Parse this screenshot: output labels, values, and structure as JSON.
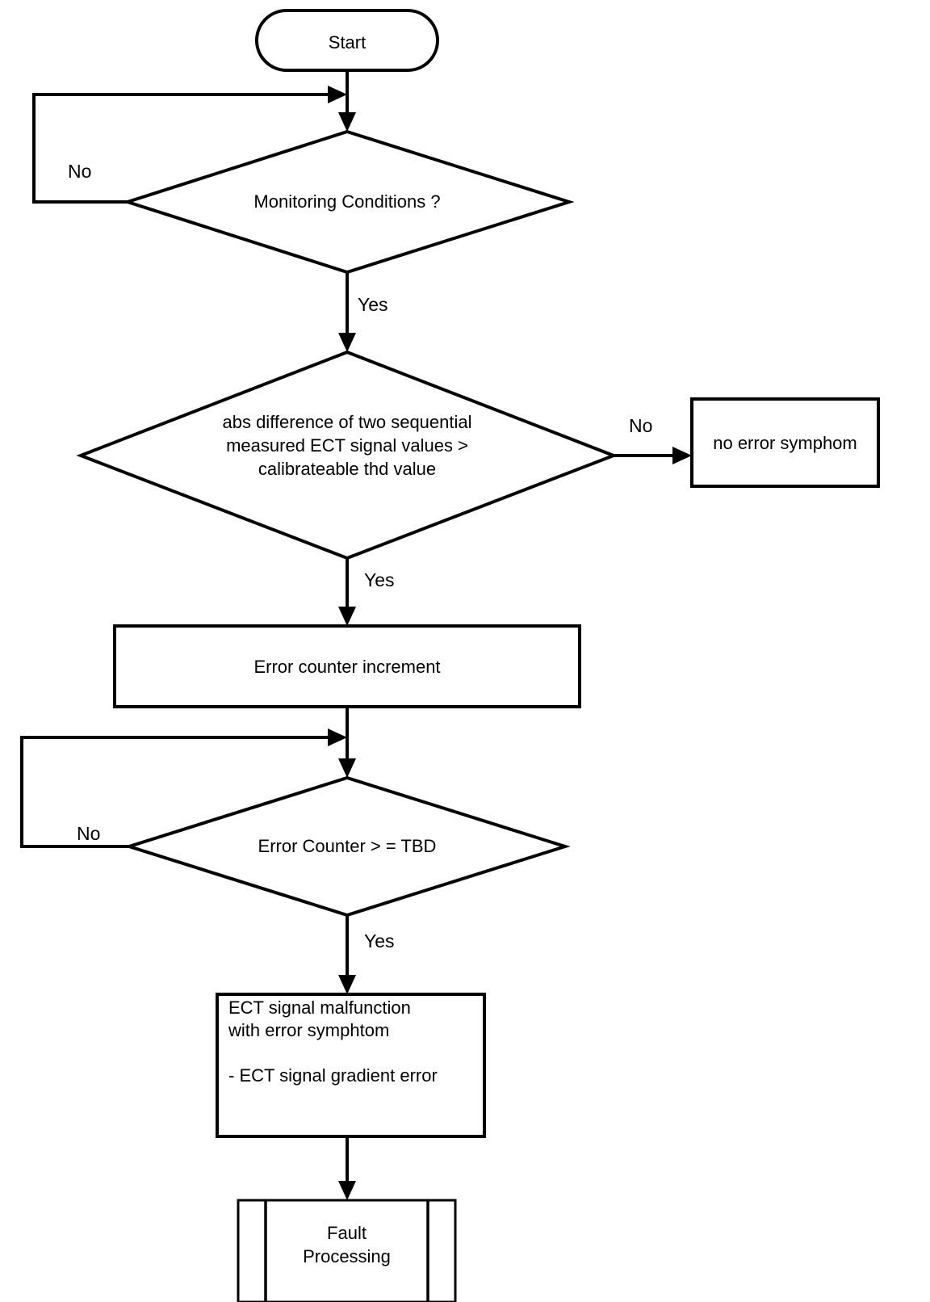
{
  "diagram": {
    "type": "flowchart",
    "title": "ECT signal gradient error monitoring flowchart",
    "background_color": "#ffffff",
    "line_color": "#000000",
    "text_color": "#000000"
  },
  "nodes": {
    "start": {
      "label": "Start",
      "shape": "terminator"
    },
    "monitoring_conditions": {
      "label": "Monitoring Conditions ?",
      "shape": "decision"
    },
    "abs_difference": {
      "label": "abs difference of two sequential\nmeasured ECT signal values >\ncalibrateable thd value",
      "shape": "decision"
    },
    "no_error_symphom": {
      "label": "no error symphom",
      "shape": "process"
    },
    "error_counter_increment": {
      "label": "Error counter increment",
      "shape": "process"
    },
    "error_counter_tbd": {
      "label": "Error Counter > = TBD",
      "shape": "decision"
    },
    "ect_malfunction": {
      "label": "ECT signal malfunction\nwith error symphtom\n\n- ECT signal gradient error",
      "shape": "process"
    },
    "fault_processing": {
      "label": "Fault\nProcessing",
      "shape": "predefined-process"
    }
  },
  "edge_labels": {
    "monitoring_no": "No",
    "monitoring_yes": "Yes",
    "abs_difference_no": "No",
    "abs_difference_yes": "Yes",
    "error_counter_no": "No",
    "error_counter_yes": "Yes"
  }
}
